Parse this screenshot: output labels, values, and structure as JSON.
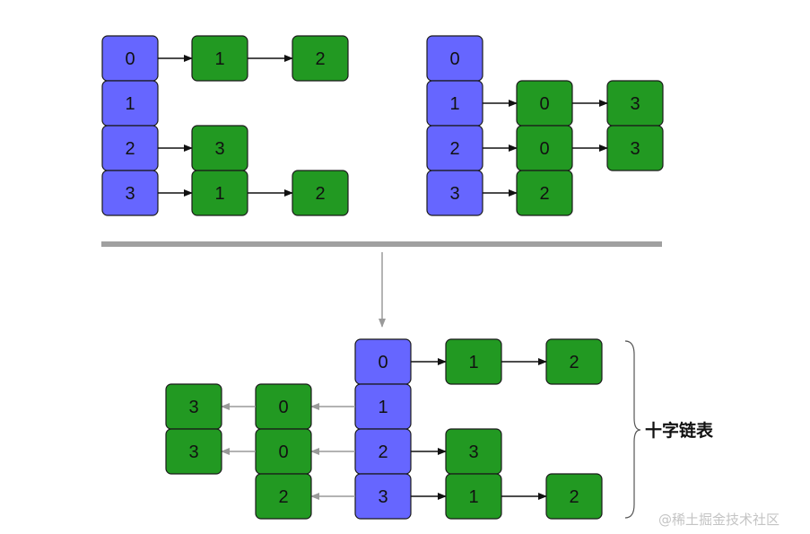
{
  "colors": {
    "head_fill": "#6666ff",
    "node_fill": "#229922",
    "stroke": "#1a1a1a",
    "arrow_black": "#111111",
    "arrow_gray": "#9a9a9a",
    "divider": "#a0a0a0"
  },
  "diagrams": {
    "top_left": {
      "heads": [
        "0",
        "1",
        "2",
        "3"
      ],
      "rows": [
        [
          "1",
          "2"
        ],
        [],
        [
          "3"
        ],
        [
          "1",
          "2"
        ]
      ]
    },
    "top_right": {
      "heads": [
        "0",
        "1",
        "2",
        "3"
      ],
      "rows": [
        [],
        [
          "0",
          "3"
        ],
        [
          "0",
          "3"
        ],
        [
          "2"
        ]
      ]
    },
    "bottom": {
      "heads": [
        "0",
        "1",
        "2",
        "3"
      ],
      "out_rows": [
        [
          "1",
          "2"
        ],
        [],
        [
          "3"
        ],
        [
          "1",
          "2"
        ]
      ],
      "in_rows": [
        [],
        [
          "0",
          "3"
        ],
        [
          "0",
          "3"
        ],
        [
          "2"
        ]
      ]
    }
  },
  "bracket_label": "十字链表",
  "watermark": "@稀土掘金技术社区"
}
